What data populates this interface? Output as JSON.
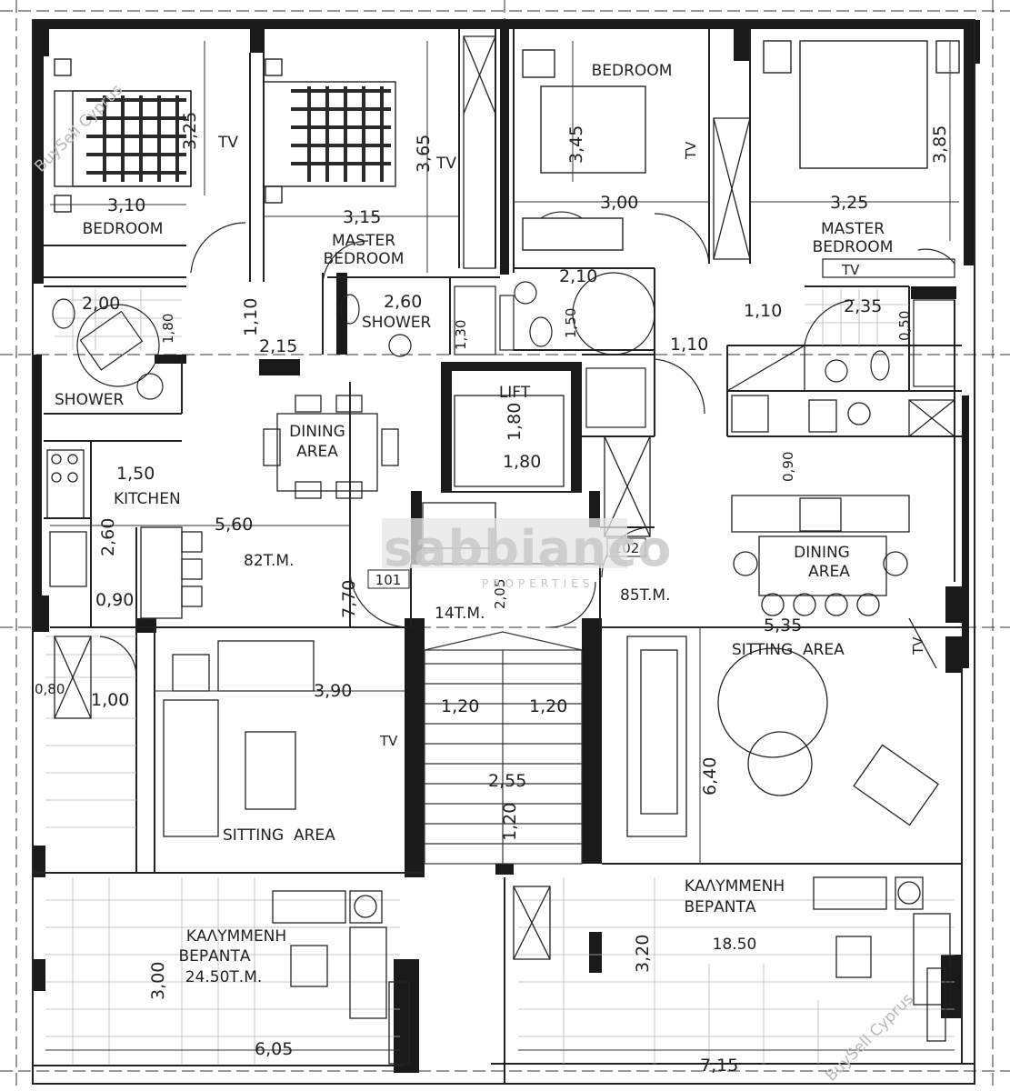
{
  "rooms": {
    "bedroom_left": "BEDROOM",
    "master_left_1": "MASTER",
    "master_left_2": "BEDROOM",
    "bedroom_right": "BEDROOM",
    "master_right_1": "MASTER",
    "master_right_2": "BEDROOM",
    "shower_left": "SHOWER",
    "shower_mid": "SHOWER",
    "lift": "LIFT",
    "dining_left_1": "DINING",
    "dining_left_2": "AREA",
    "kitchen": "KITCHEN",
    "dining_right_1": "DINING",
    "dining_right_2": "AREA",
    "sitting_left": "SITTING  AREA",
    "sitting_right": "SITTING  AREA",
    "veranda_left_1": "ΚΑΛΥΜΜΕΝΗ",
    "veranda_left_2": "ΒΕΡΑΝΤΑ",
    "veranda_left_3": "24.50Τ.Μ.",
    "veranda_right_1": "ΚΑΛΥΜΜΕΝΗ",
    "veranda_right_2": "ΒΕΡΑΝΤΑ",
    "veranda_right_3": "18.50"
  },
  "areas": {
    "apt_left": "82T.M.",
    "apt_right": "85T.M.",
    "common": "14T.M."
  },
  "units": {
    "left": "101",
    "right": "102"
  },
  "tv": {
    "a": "TV",
    "b": "TV",
    "c": "TV",
    "d": "TV",
    "e": "TV",
    "f": "TV"
  },
  "dimensions": {
    "d_3_25": "3,25",
    "d_3_10": "3,10",
    "d_3_65": "3,65",
    "d_3_15": "3,15",
    "d_3_45": "3,45",
    "d_3_00": "3,00",
    "d_3_85": "3,85",
    "d_3_25b": "3,25",
    "d_2_00": "2,00",
    "d_1_80a": "1,80",
    "d_1_10a": "1,10",
    "d_2_15": "2,15",
    "d_2_60a": "2,60",
    "d_1_30": "1,30",
    "d_2_10": "2,10",
    "d_1_50a": "1,50",
    "d_1_10b": "1,10",
    "d_2_35": "2,35",
    "d_0_50": "0,50",
    "d_1_10c": "1,10",
    "d_1_80b": "1,80",
    "d_1_80c": "1,80",
    "d_0_90a": "0,90",
    "d_1_50b": "1,50",
    "d_5_60": "5,60",
    "d_2_60b": "2,60",
    "d_0_90b": "0,90",
    "d_7_70": "7,70",
    "d_2_05": "2,05",
    "d_5_35": "5,35",
    "d_0_80": "0,80",
    "d_1_00": "1,00",
    "d_3_90": "3,90",
    "d_1_20a": "1,20",
    "d_1_20b": "1,20",
    "d_2_55": "2,55",
    "d_1_20c": "1,20",
    "d_6_40": "6,40",
    "d_3_00b": "3,00",
    "d_3_20": "3,20",
    "d_6_05": "6,05",
    "d_7_15": "7,15"
  },
  "watermarks": {
    "buysell": "BuySell Cyprus",
    "brand": "sabbianco",
    "brand_sub": "PROPERTIES"
  }
}
